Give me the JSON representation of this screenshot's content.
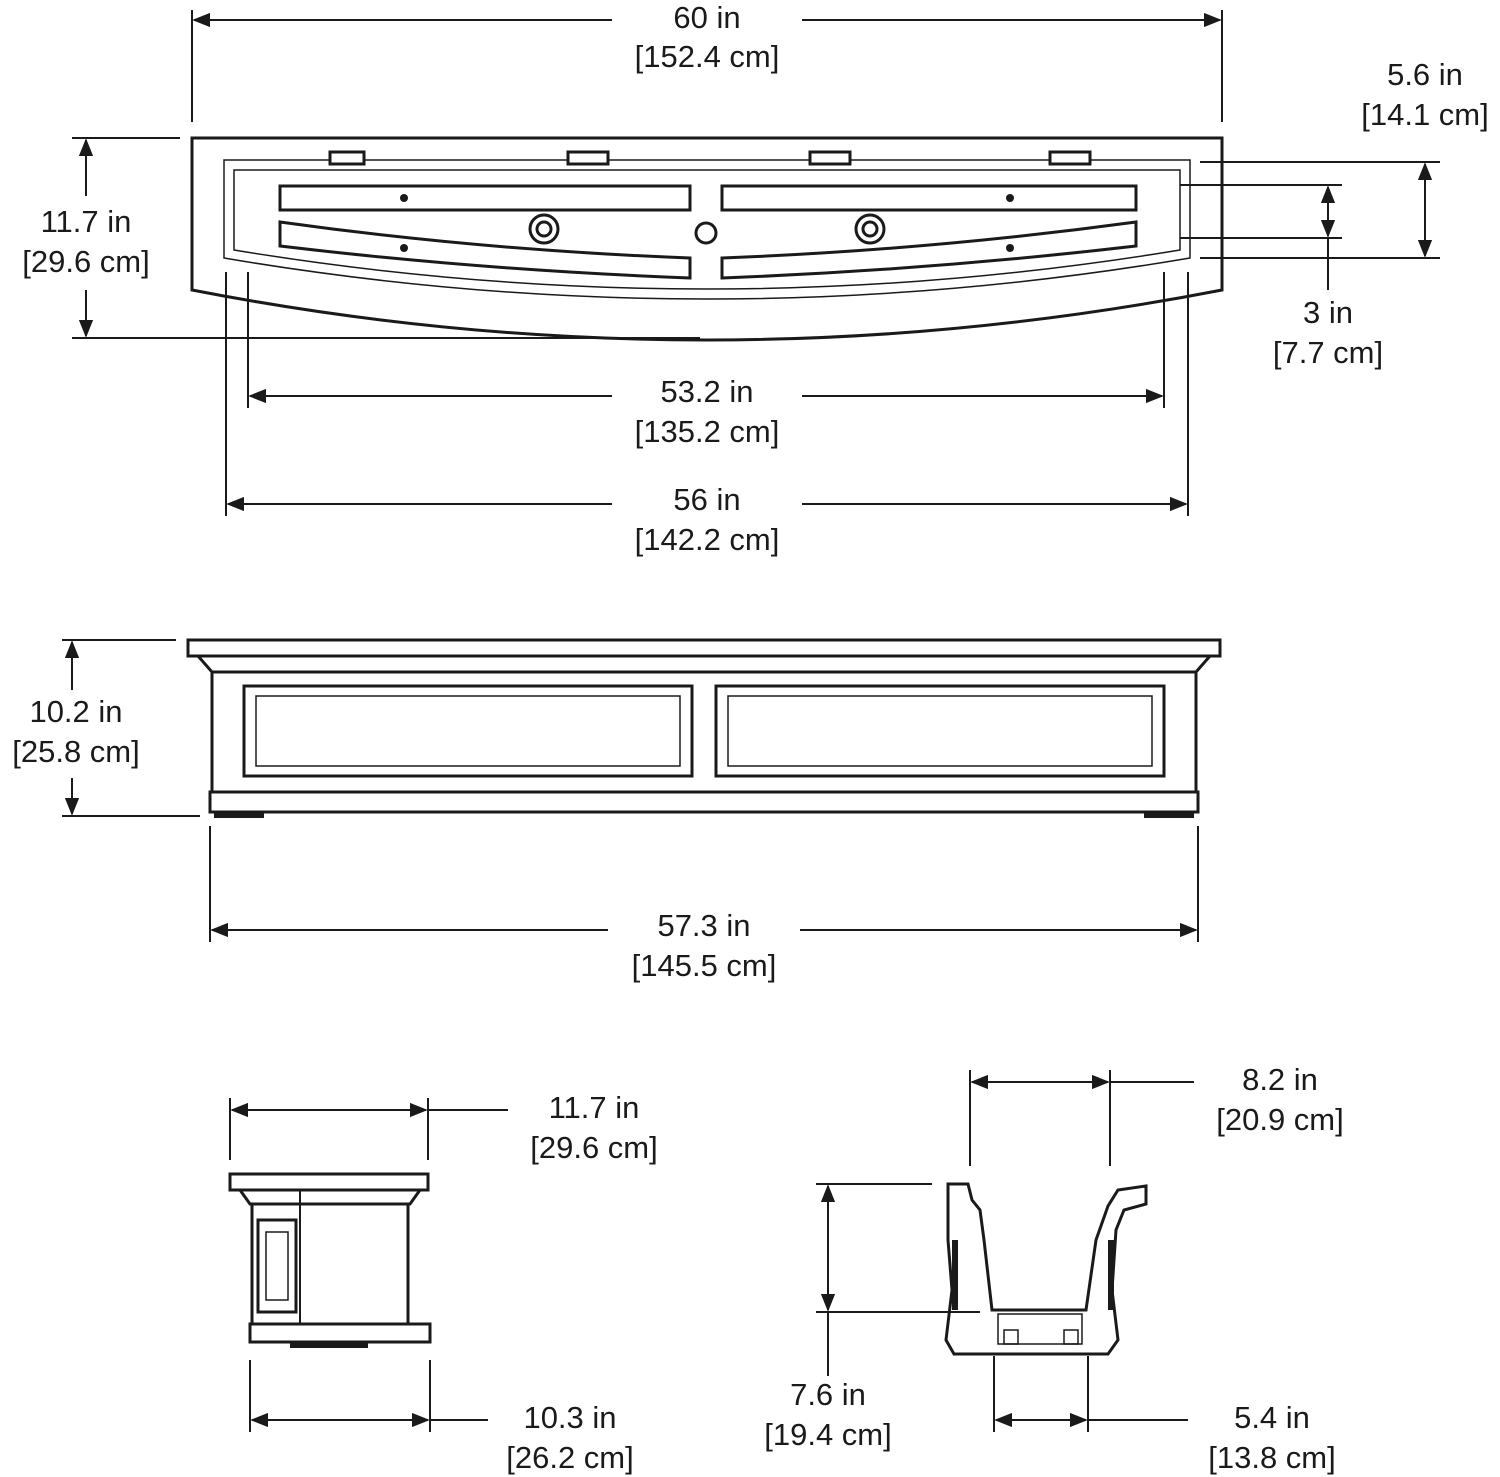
{
  "dimensions": {
    "top_width": {
      "in": "60 in",
      "cm": "[152.4 cm]"
    },
    "top_depth": {
      "in": "11.7 in",
      "cm": "[29.6 cm]"
    },
    "top_end_depth": {
      "in": "5.6 in",
      "cm": "[14.1 cm]"
    },
    "top_inner_depth": {
      "in": "3 in",
      "cm": "[7.7 cm]"
    },
    "top_inner_width": {
      "in": "53.2 in",
      "cm": "[135.2 cm]"
    },
    "top_mid_width": {
      "in": "56 in",
      "cm": "[142.2 cm]"
    },
    "front_height": {
      "in": "10.2 in",
      "cm": "[25.8 cm]"
    },
    "front_base_width": {
      "in": "57.3 in",
      "cm": "[145.5 cm]"
    },
    "side_top_depth": {
      "in": "11.7 in",
      "cm": "[29.6 cm]"
    },
    "side_base_depth": {
      "in": "10.3 in",
      "cm": "[26.2 cm]"
    },
    "section_top_width": {
      "in": "8.2 in",
      "cm": "[20.9 cm]"
    },
    "section_inner_height": {
      "in": "7.6 in",
      "cm": "[19.4 cm]"
    },
    "section_base_width": {
      "in": "5.4 in",
      "cm": "[13.8 cm]"
    }
  }
}
